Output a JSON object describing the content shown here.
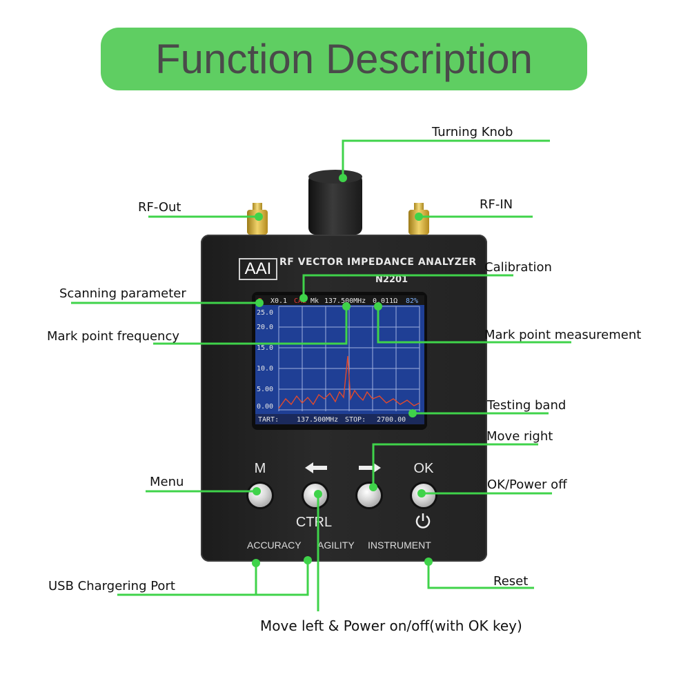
{
  "banner": {
    "title": "Function Description",
    "color": "#5fce62"
  },
  "accent_color": "#3fd34a",
  "callouts": {
    "turning_knob": "Turning Knob",
    "rf_out": "RF-Out",
    "rf_in": "RF-IN",
    "calibration": "Calibration",
    "scanning_parameter": "Scanning parameter",
    "mark_point_frequency": "Mark point frequency",
    "mark_point_measurement": "Mark point measurement",
    "testing_band": "Testing band",
    "move_right": "Move right",
    "menu": "Menu",
    "ok_power_off": "OK/Power off",
    "usb_port": "USB Chargering Port",
    "reset": "Reset",
    "move_left": "Move left & Power on/off(with OK key)"
  },
  "device": {
    "logo": "AAI",
    "brand": "RF VECTOR IMPEDANCE ANALYZER",
    "model": "N2201",
    "buttons": {
      "m": "M",
      "ok": "OK",
      "ctrl": "CTRL"
    },
    "panel": {
      "accuracy": "ACCURACY",
      "agility": "AGILITY",
      "instrument": "INSTRUMENT"
    },
    "screen": {
      "status": [
        "R",
        "X0.1",
        "CAL",
        "Mk",
        "137.500MHz",
        "0.011Ω",
        "82%"
      ],
      "yticks": [
        "25.0",
        "20.0",
        "15.0",
        "10.0",
        "5.00",
        "0.00"
      ],
      "footer_start": "TART:",
      "footer_start_value": "137.500MHz",
      "footer_stop": "STOP:",
      "footer_stop_value": "2700.00"
    }
  }
}
